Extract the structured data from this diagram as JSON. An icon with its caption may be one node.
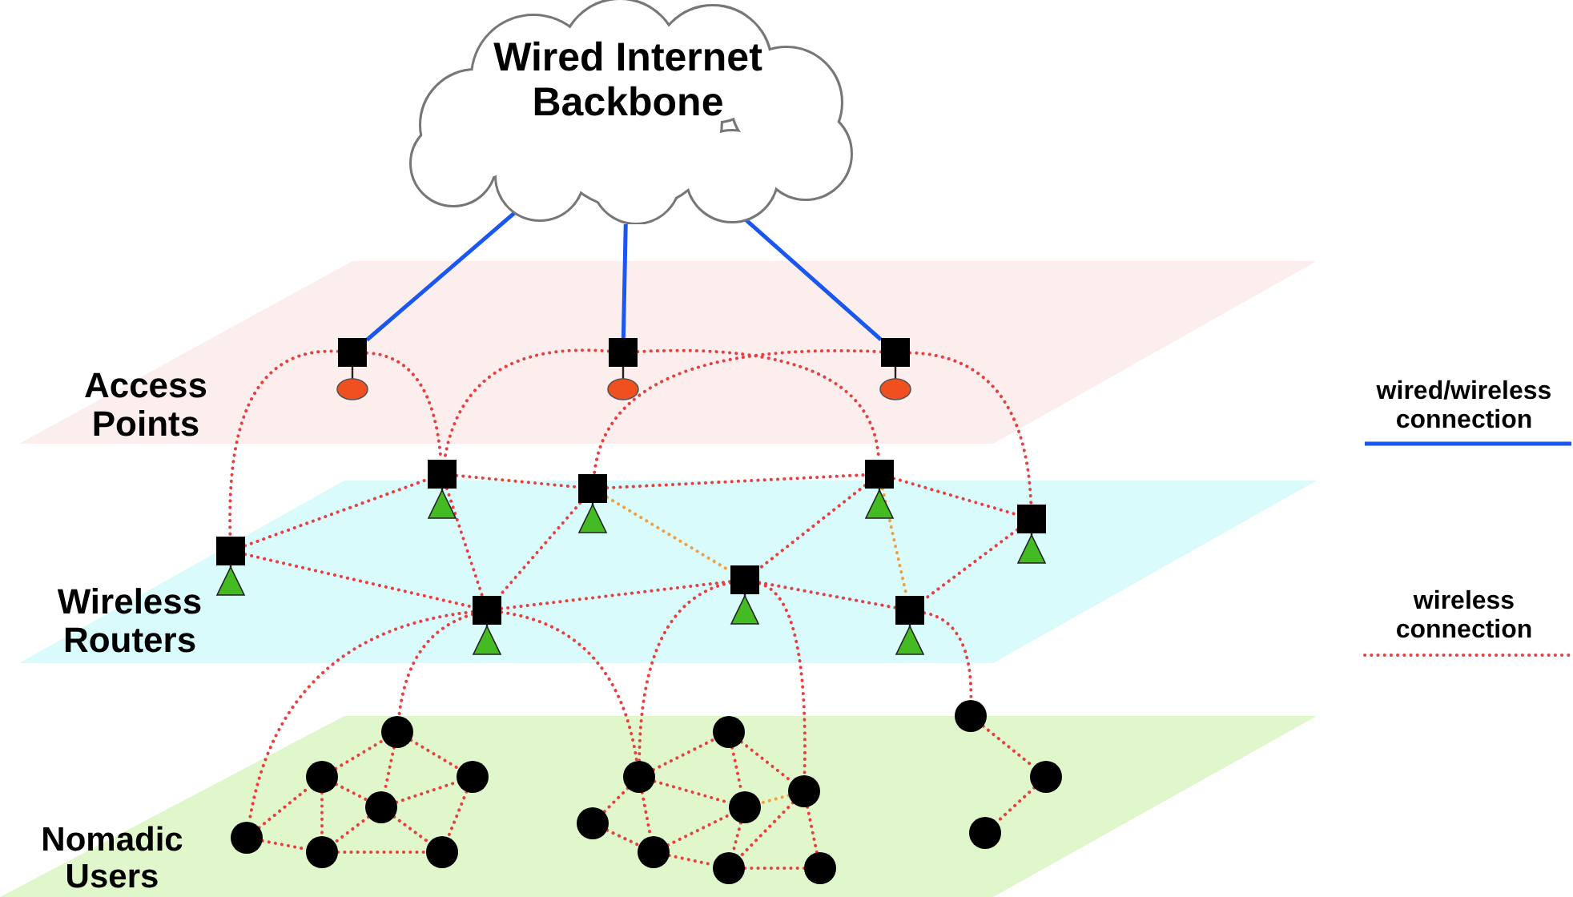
{
  "diagram": {
    "nodes": [
      {
        "text": [
          "Wired Internet Backbone"
        ]
      },
      {
        "text": [
          "Access Points"
        ]
      },
      {
        "text": [],
        "shape": "box",
        "in": 1
      },
      {
        "text": [],
        "shape": "box",
        "in": 1
      },
      {
        "text": [],
        "shape": "box",
        "in": 1
      },
      {
        "text": [
          "Wireless Routers"
        ]
      },
      {
        "text": [],
        "shape": "box",
        "in": 5
      },
      {
        "text": [],
        "shape": "box",
        "in": 5
      },
      {
        "text": [],
        "shape": "box",
        "in": 5
      },
      {
        "text": [],
        "shape": "box",
        "in": 5
      },
      {
        "text": [],
        "shape": "box",
        "in": 5
      },
      {
        "text": [],
        "shape": "box",
        "in": 5
      },
      {
        "text": [],
        "shape": "box",
        "in": 5
      },
      {
        "text": [],
        "shape": "box",
        "in": 5
      },
      {
        "text": [
          "Nomadic Users"
        ]
      },
      {
        "text": [],
        "shape": "circle",
        "in": 14
      },
      {
        "text": [],
        "shape": "circle",
        "in": 14
      },
      {
        "text": [],
        "shape": "circle",
        "in": 14
      },
      {
        "text": [],
        "shape": "circle",
        "in": 14
      },
      {
        "text": [],
        "shape": "circle",
        "in": 14
      },
      {
        "text": [],
        "shape": "circle",
        "in": 14
      },
      {
        "text": [],
        "shape": "circle",
        "in": 14
      },
      {
        "text": [],
        "shape": "circle",
        "in": 14
      },
      {
        "text": [],
        "shape": "circle",
        "in": 14
      },
      {
        "text": [],
        "shape": "circle",
        "in": 14
      },
      {
        "text": [],
        "shape": "circle",
        "in": 14
      },
      {
        "text": [],
        "shape": "circle",
        "in": 14
      },
      {
        "text": [],
        "shape": "circle",
        "in": 14
      },
      {
        "text": [],
        "shape": "circle",
        "in": 14
      },
      {
        "text": [],
        "shape": "circle",
        "in": 14
      },
      {
        "text": [],
        "shape": "circle",
        "in": 14
      },
      {
        "text": [],
        "shape": "circle",
        "in": 14
      },
      {
        "text": [],
        "shape": "circle",
        "in": 14
      }
    ],
    "edges": [
      {
        "from": 0,
        "to": 2,
        "arrow": "none",
        "color": "#1a56f0"
      },
      {
        "from": 0,
        "to": 3,
        "arrow": "none",
        "color": "#1a56f0"
      },
      {
        "from": 0,
        "to": 4,
        "arrow": "none",
        "color": "#1a56f0"
      },
      {
        "from": 2,
        "to": 6,
        "arrow": "none",
        "style": "dashed"
      },
      {
        "from": 2,
        "to": 7,
        "arrow": "none",
        "style": "dashed"
      },
      {
        "from": 3,
        "to": 7,
        "arrow": "none",
        "style": "dashed"
      },
      {
        "from": 3,
        "to": 11,
        "arrow": "none",
        "style": "dashed"
      },
      {
        "from": 4,
        "to": 9,
        "arrow": "none",
        "style": "dashed"
      },
      {
        "from": 4,
        "to": 13,
        "arrow": "none",
        "style": "dashed"
      },
      {
        "from": 6,
        "to": 7,
        "arrow": "none",
        "style": "dashed"
      },
      {
        "from": 6,
        "to": 8,
        "arrow": "none",
        "style": "dashed"
      },
      {
        "from": 7,
        "to": 9,
        "arrow": "none",
        "style": "dashed"
      },
      {
        "from": 7,
        "to": 8,
        "arrow": "none",
        "style": "dashed"
      },
      {
        "from": 9,
        "to": 11,
        "arrow": "none",
        "style": "dashed"
      },
      {
        "from": 9,
        "to": 8,
        "arrow": "none",
        "style": "dashed"
      },
      {
        "from": 9,
        "to": 10,
        "arrow": "none",
        "style": "dashed",
        "color": "#f0a040"
      },
      {
        "from": 11,
        "to": 10,
        "arrow": "none",
        "style": "dashed"
      },
      {
        "from": 11,
        "to": 13,
        "arrow": "none",
        "style": "dashed"
      },
      {
        "from": 11,
        "to": 12,
        "arrow": "none",
        "style": "dashed",
        "color": "#f0a040"
      },
      {
        "from": 13,
        "to": 12,
        "arrow": "none",
        "style": "dashed"
      },
      {
        "from": 8,
        "to": 10,
        "arrow": "none",
        "style": "dashed"
      },
      {
        "from": 10,
        "to": 12,
        "arrow": "none",
        "style": "dashed"
      },
      {
        "from": 8,
        "to": 15,
        "arrow": "none",
        "style": "dashed"
      },
      {
        "from": 8,
        "to": 19,
        "arrow": "none",
        "style": "dashed"
      },
      {
        "from": 8,
        "to": 23,
        "arrow": "none",
        "style": "dashed"
      },
      {
        "from": 10,
        "to": 23,
        "arrow": "none",
        "style": "dashed"
      },
      {
        "from": 10,
        "to": 28,
        "arrow": "none",
        "style": "dashed"
      },
      {
        "from": 12,
        "to": 30,
        "arrow": "none",
        "style": "dashed"
      },
      {
        "from": 15,
        "to": 16,
        "arrow": "none",
        "style": "dashed"
      },
      {
        "from": 15,
        "to": 17,
        "arrow": "none",
        "style": "dashed"
      },
      {
        "from": 16,
        "to": 19,
        "arrow": "none",
        "style": "dashed"
      },
      {
        "from": 16,
        "to": 18,
        "arrow": "none",
        "style": "dashed"
      },
      {
        "from": 16,
        "to": 17,
        "arrow": "none",
        "style": "dashed"
      },
      {
        "from": 19,
        "to": 18,
        "arrow": "none",
        "style": "dashed"
      },
      {
        "from": 19,
        "to": 21,
        "arrow": "none",
        "style": "dashed"
      },
      {
        "from": 18,
        "to": 21,
        "arrow": "none",
        "style": "dashed"
      },
      {
        "from": 18,
        "to": 17,
        "arrow": "none",
        "style": "dashed"
      },
      {
        "from": 18,
        "to": 20,
        "arrow": "none",
        "style": "dashed"
      },
      {
        "from": 21,
        "to": 20,
        "arrow": "none",
        "style": "dashed"
      },
      {
        "from": 17,
        "to": 20,
        "arrow": "none",
        "style": "dashed"
      },
      {
        "from": 23,
        "to": 25,
        "arrow": "none",
        "style": "dashed"
      },
      {
        "from": 23,
        "to": 22,
        "arrow": "none",
        "style": "dashed"
      },
      {
        "from": 23,
        "to": 27,
        "arrow": "none",
        "style": "dashed"
      },
      {
        "from": 23,
        "to": 24,
        "arrow": "none",
        "style": "dashed"
      },
      {
        "from": 25,
        "to": 27,
        "arrow": "none",
        "style": "dashed"
      },
      {
        "from": 25,
        "to": 28,
        "arrow": "none",
        "style": "dashed"
      },
      {
        "from": 28,
        "to": 27,
        "arrow": "none",
        "style": "dashed",
        "color": "#f0a040"
      },
      {
        "from": 22,
        "to": 24,
        "arrow": "none",
        "style": "dashed"
      },
      {
        "from": 24,
        "to": 27,
        "arrow": "none",
        "style": "dashed"
      },
      {
        "from": 24,
        "to": 26,
        "arrow": "none",
        "style": "dashed"
      },
      {
        "from": 27,
        "to": 26,
        "arrow": "none",
        "style": "dashed"
      },
      {
        "from": 28,
        "to": 26,
        "arrow": "none",
        "style": "dashed"
      },
      {
        "from": 26,
        "to": 29,
        "arrow": "none",
        "style": "dashed"
      },
      {
        "from": 28,
        "to": 29,
        "arrow": "none",
        "style": "dashed"
      },
      {
        "from": 30,
        "to": 32,
        "arrow": "none",
        "style": "dashed"
      },
      {
        "from": 32,
        "to": 31,
        "arrow": "none",
        "style": "dashed"
      }
    ],
    "legend": [
      {
        "text": "wired/wireless connection"
      },
      {
        "text": "wireless connection"
      }
    ]
  }
}
